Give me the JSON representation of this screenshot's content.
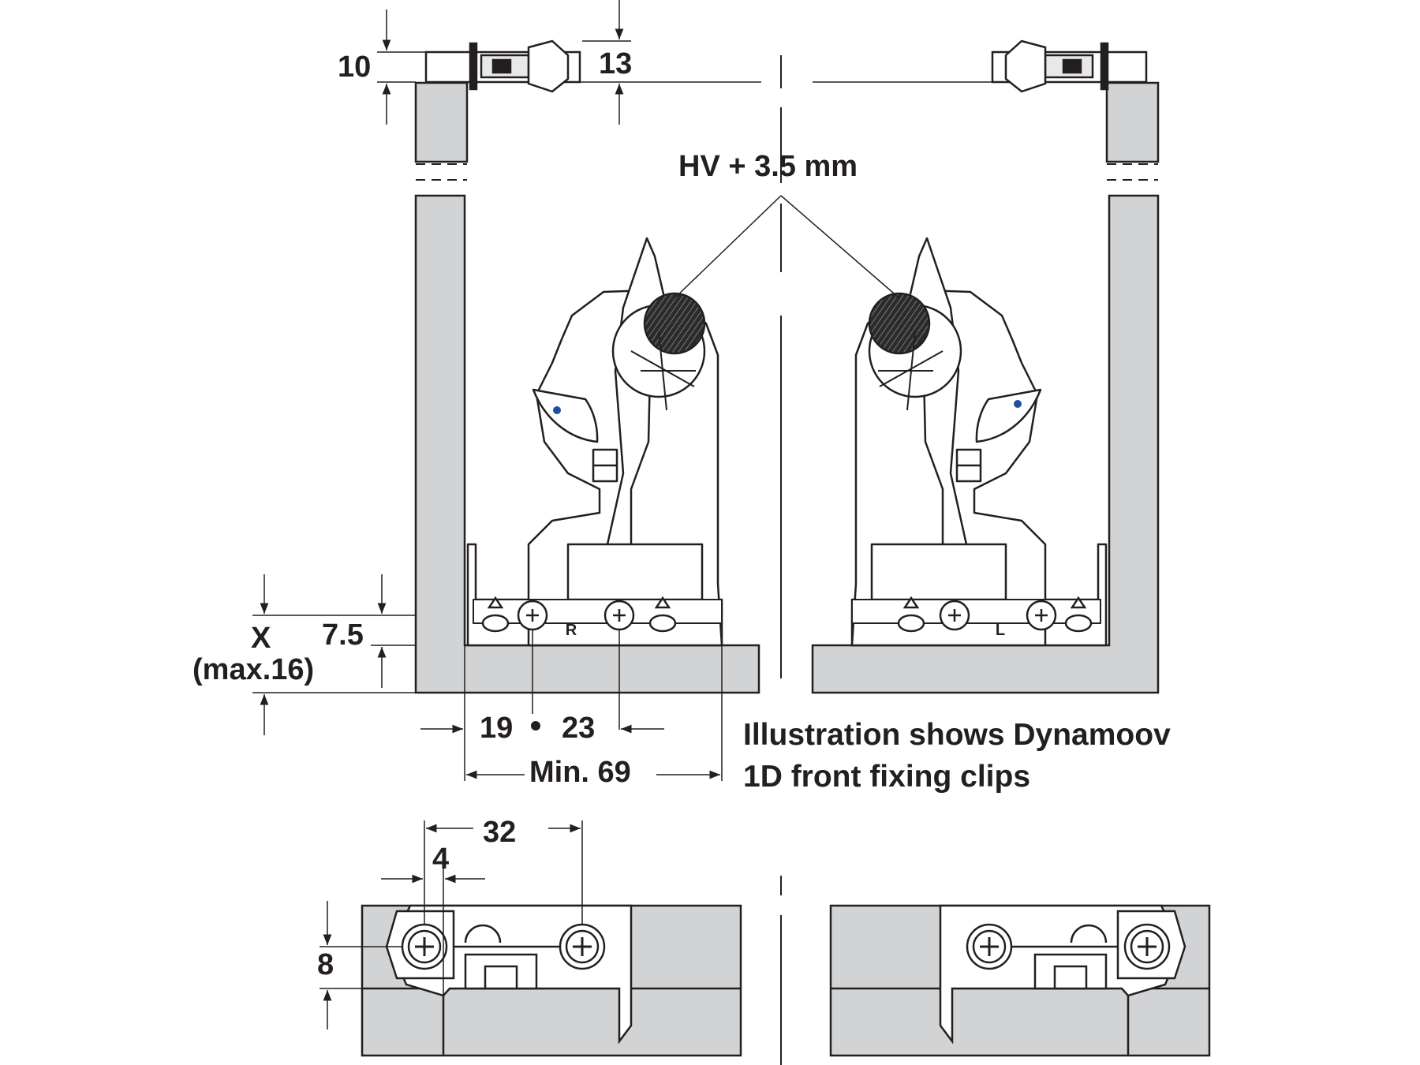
{
  "dimensions": {
    "top_height_left": "10",
    "top_height_right": "13",
    "height_adjust": "HV + 3.5 mm",
    "x_label": "X",
    "x_max": "(max.16)",
    "bottom_offset": "7.5",
    "hole_offset_1": "19",
    "hole_offset_2": "23",
    "min_width": "Min. 69",
    "hole_spacing": "32",
    "edge_offset": "4",
    "clip_height": "8"
  },
  "side_markings": {
    "right": "R",
    "left": "L"
  },
  "caption": {
    "line1": "Illustration shows Dynamoov",
    "line2": "1D front fixing clips"
  },
  "colors": {
    "panel_fill": "#d1d3d4",
    "line": "#231f20",
    "dot": "#1f4e9c",
    "knob": "#3a3a3a"
  }
}
